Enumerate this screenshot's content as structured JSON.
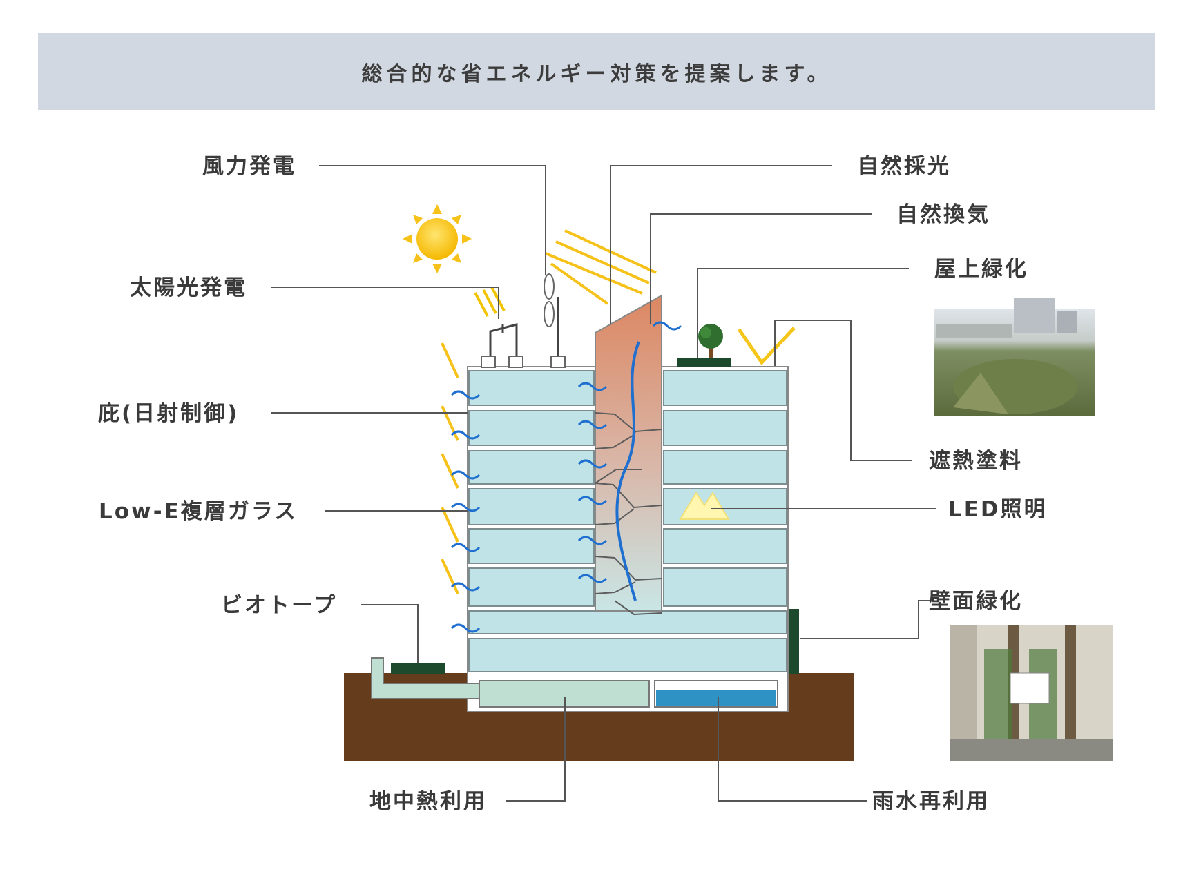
{
  "banner": {
    "title": "総合的な省エネルギー対策を提案します。"
  },
  "labels": {
    "wind_power": "風力発電",
    "solar_power": "太陽光発電",
    "eaves": "庇(日射制御)",
    "low_e_glass": "Low-E複層ガラス",
    "biotope": "ビオトープ",
    "geothermal": "地中熱利用",
    "natural_lighting": "自然採光",
    "natural_ventilation": "自然換気",
    "rooftop_greening": "屋上緑化",
    "heat_shield_paint": "遮熱塗料",
    "led_lighting": "LED照明",
    "wall_greening": "壁面緑化",
    "rainwater_reuse": "雨水再利用"
  },
  "colors": {
    "banner_bg": "#d2d8e1",
    "glass": "#bfe3e6",
    "soil": "#663d1c",
    "green": "#1d4a2c",
    "atrium_top": "#dd8a66",
    "sun": "#f6c21a",
    "water": "#2f92c4",
    "wave": "#1e6fd0"
  },
  "icons": [
    "sun-icon",
    "wind-turbine-icon",
    "solar-panel-icon",
    "tree-icon"
  ]
}
